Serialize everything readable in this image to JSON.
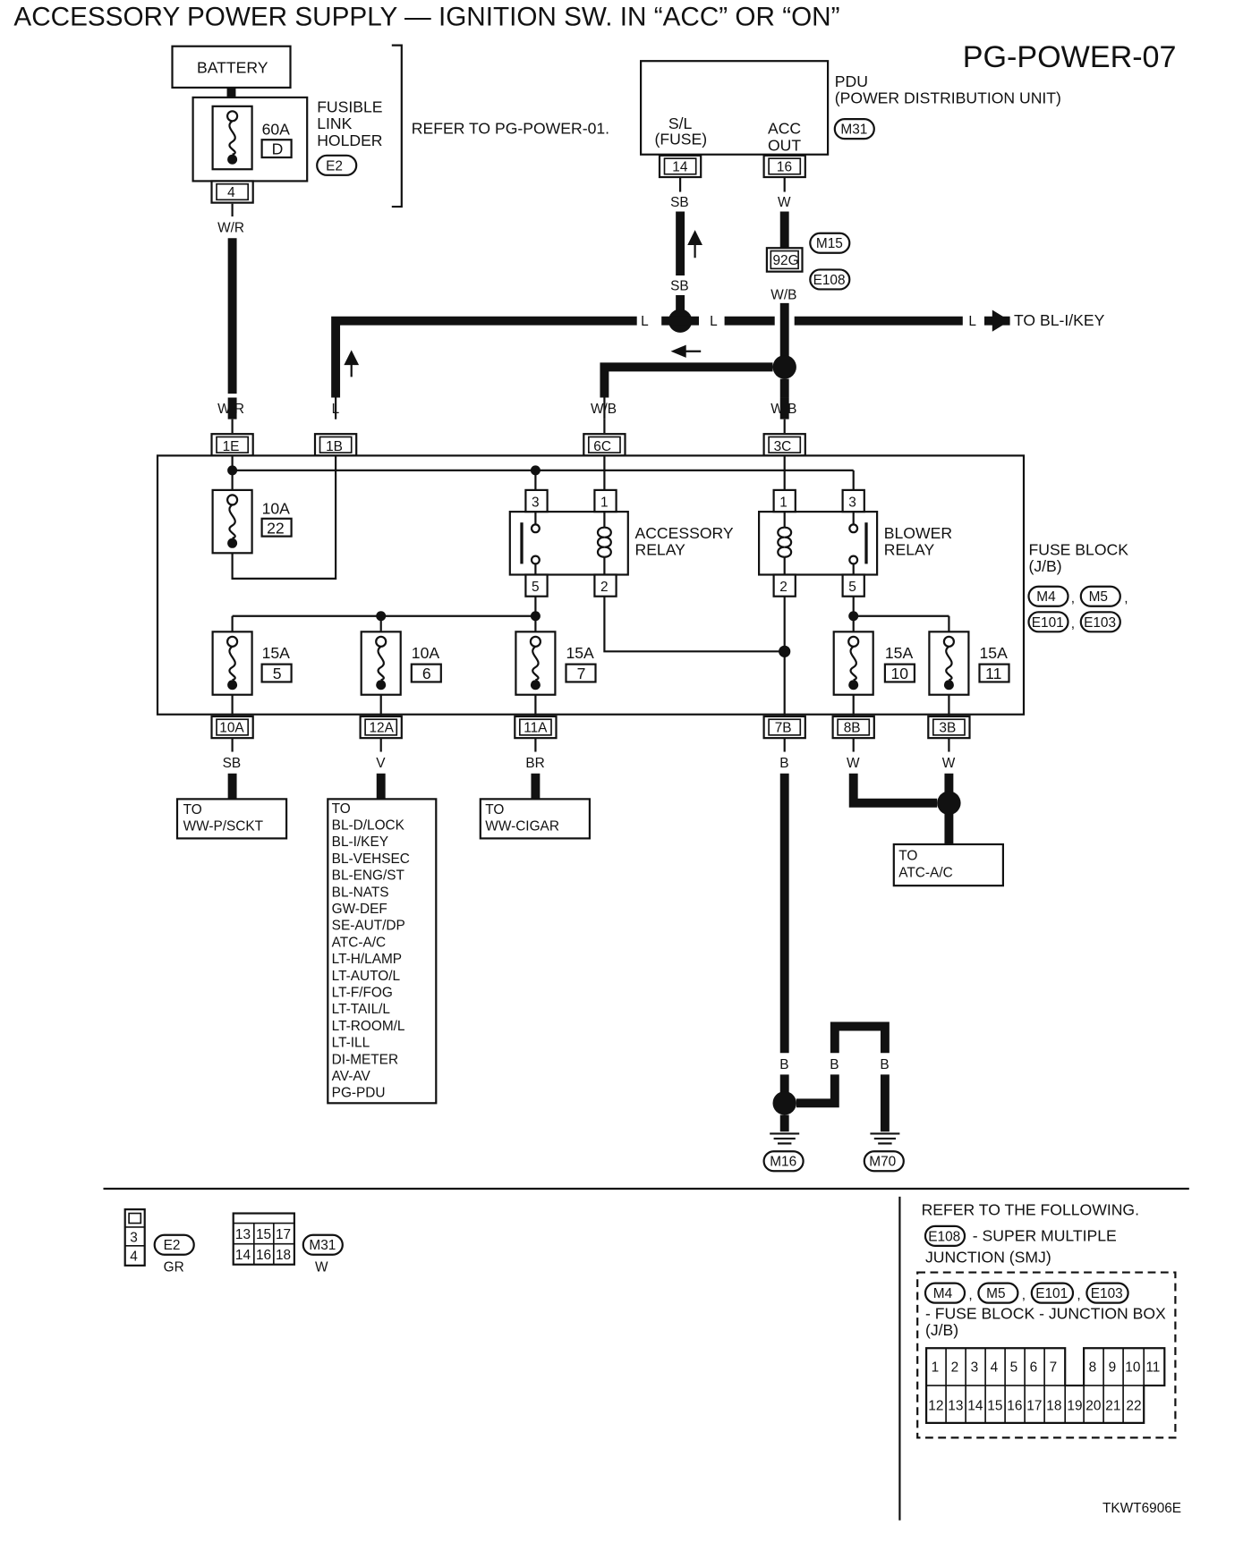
{
  "header": {
    "title": "ACCESSORY POWER SUPPLY — IGNITION SW. IN “ACC” OR “ON”",
    "page_code": "PG-POWER-07"
  },
  "battery": {
    "label": "BATTERY"
  },
  "fusible_link": {
    "amp": "60A",
    "letter": "D",
    "label_lines": [
      "FUSIBLE",
      "LINK",
      "HOLDER"
    ],
    "connector": "E2",
    "terminal": "4",
    "wire": "W/R",
    "refer": "REFER TO PG-POWER-01."
  },
  "pdu": {
    "label_lines": [
      "PDU",
      "(POWER DISTRIBUTION UNIT)"
    ],
    "connector": "M31",
    "sl_label": [
      "S/L",
      "(FUSE)"
    ],
    "sl_terminal": "14",
    "sl_wire": "SB",
    "acc_label": [
      "ACC",
      "OUT"
    ],
    "acc_terminal": "16",
    "acc_wire": "W"
  },
  "smj": {
    "terminal": "92G",
    "conn_top": "M15",
    "conn_bottom": "E108",
    "wire_out": "W/B"
  },
  "mid_wires": {
    "sb_lower": "SB",
    "l_left": "L",
    "l_right": "L",
    "l_far": "L",
    "to_bl_ikey": "TO BL-I/KEY"
  },
  "top_connectors": [
    {
      "id": "1E",
      "wire": "W/R"
    },
    {
      "id": "1B",
      "wire": "L"
    },
    {
      "id": "6C",
      "wire": "W/B"
    },
    {
      "id": "3C",
      "wire": "W/B"
    }
  ],
  "fuse_block": {
    "label_lines": [
      "FUSE BLOCK",
      "(J/B)"
    ],
    "connectors": [
      "M4",
      "M5",
      "E101",
      "E103"
    ],
    "fuse22": {
      "amp": "10A",
      "num": "22"
    },
    "accessory_relay": {
      "label_lines": [
        "ACCESSORY",
        "RELAY"
      ],
      "t3": "3",
      "t1": "1",
      "t5": "5",
      "t2": "2"
    },
    "blower_relay": {
      "label_lines": [
        "BLOWER",
        "RELAY"
      ],
      "t1": "1",
      "t3": "3",
      "t2": "2",
      "t5": "5"
    },
    "fuses": [
      {
        "amp": "15A",
        "num": "5"
      },
      {
        "amp": "10A",
        "num": "6"
      },
      {
        "amp": "15A",
        "num": "7"
      },
      {
        "amp": "15A",
        "num": "10"
      },
      {
        "amp": "15A",
        "num": "11"
      }
    ]
  },
  "bottom_connectors": [
    {
      "id": "10A",
      "wire": "SB"
    },
    {
      "id": "12A",
      "wire": "V"
    },
    {
      "id": "11A",
      "wire": "BR"
    },
    {
      "id": "7B",
      "wire": "B"
    },
    {
      "id": "8B",
      "wire": "W"
    },
    {
      "id": "3B",
      "wire": "W"
    }
  ],
  "destinations": {
    "ww_psckt": [
      "TO",
      "WW-P/SCKT"
    ],
    "multi": [
      "TO",
      "BL-D/LOCK",
      "BL-I/KEY",
      "BL-VEHSEC",
      "BL-ENG/ST",
      "BL-NATS",
      "GW-DEF",
      "SE-AUT/DP",
      "ATC-A/C",
      "LT-H/LAMP",
      "LT-AUTO/L",
      "LT-F/FOG",
      "LT-TAIL/L",
      "LT-ROOM/L",
      "LT-ILL",
      "DI-METER",
      "AV-AV",
      "PG-PDU"
    ],
    "ww_cigar": [
      "TO",
      "WW-CIGAR"
    ],
    "atc_ac": [
      "TO",
      "ATC-A/C"
    ]
  },
  "ground": {
    "wire_a": "B",
    "wire_b": "B",
    "wire_c": "B",
    "gnd1": "M16",
    "gnd2": "M70"
  },
  "connector_views": {
    "e2": {
      "pins": [
        "3",
        "4"
      ],
      "id": "E2",
      "color": "GR"
    },
    "m31": {
      "pins_top": [
        "13",
        "15",
        "17"
      ],
      "pins_bottom": [
        "14",
        "16",
        "18"
      ],
      "id": "M31",
      "color": "W"
    }
  },
  "refer_box": {
    "title": "REFER TO THE FOLLOWING.",
    "smj_conn": "E108",
    "smj_lines": [
      "- SUPER MULTIPLE",
      "JUNCTION (SMJ)"
    ],
    "jb_conns": [
      "M4",
      "M5",
      "E101",
      "E103"
    ],
    "jb_lines": [
      "- FUSE BLOCK - JUNCTION BOX",
      "(J/B)"
    ],
    "grid_top": [
      "1",
      "2",
      "3",
      "4",
      "5",
      "6",
      "7",
      "8",
      "9",
      "10",
      "11"
    ],
    "grid_bottom": [
      "12",
      "13",
      "14",
      "15",
      "16",
      "17",
      "18",
      "19",
      "20",
      "21",
      "22"
    ]
  },
  "footer_code": "TKWT6906E"
}
